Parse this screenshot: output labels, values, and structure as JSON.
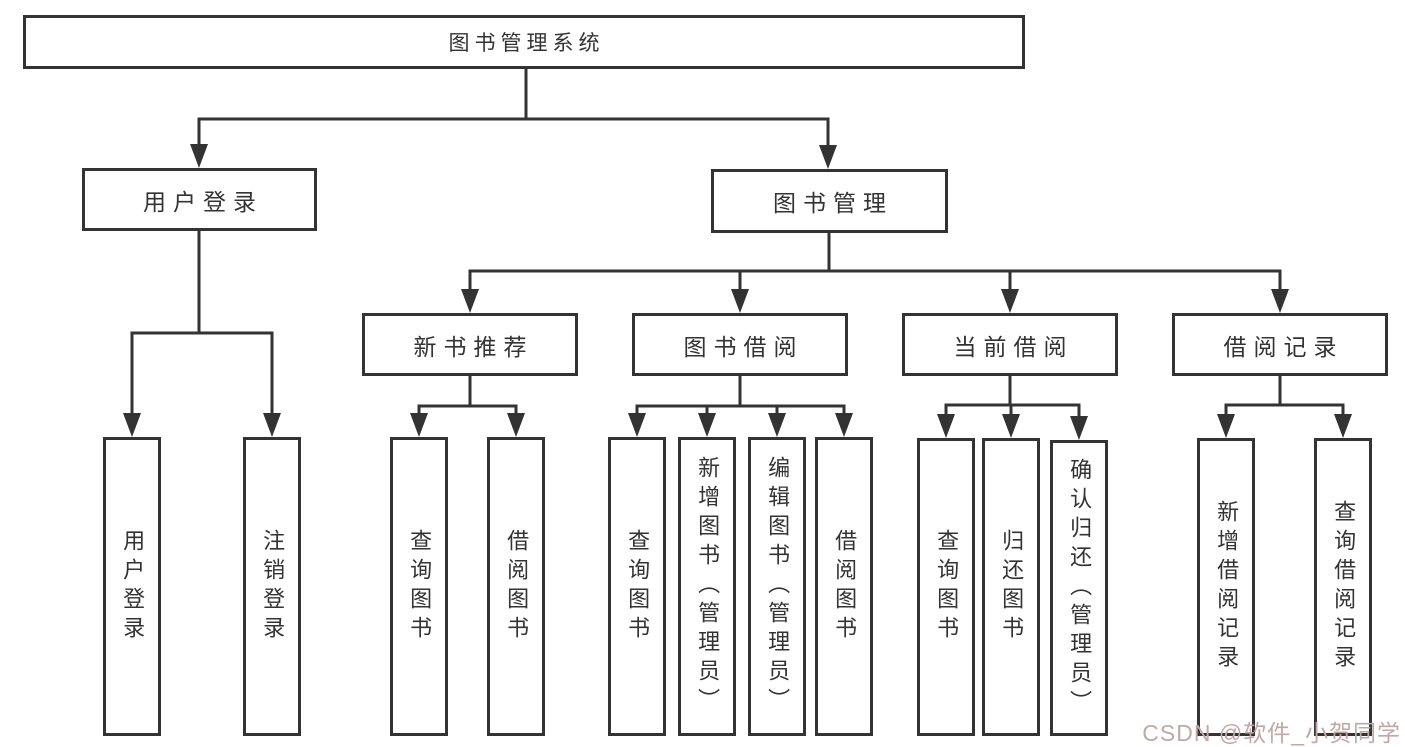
{
  "tree": {
    "root": {
      "label": "图书管理系统"
    },
    "branches": [
      {
        "label": "用户登录",
        "children": [
          {
            "label": "用户登录"
          },
          {
            "label": "注销登录"
          }
        ]
      },
      {
        "label": "图书管理",
        "children": [
          {
            "label": "新书推荐",
            "children": [
              {
                "label": "查询图书"
              },
              {
                "label": "借阅图书"
              }
            ]
          },
          {
            "label": "图书借阅",
            "children": [
              {
                "label": "查询图书"
              },
              {
                "label": "新增图书（管理员）"
              },
              {
                "label": "编辑图书（管理员）"
              },
              {
                "label": "借阅图书"
              }
            ]
          },
          {
            "label": "当前借阅",
            "children": [
              {
                "label": "查询图书"
              },
              {
                "label": "归还图书"
              },
              {
                "label": "确认归还（管理员）"
              }
            ]
          },
          {
            "label": "借阅记录",
            "children": [
              {
                "label": "新增借阅记录"
              },
              {
                "label": "查询借阅记录"
              }
            ]
          }
        ]
      }
    ]
  },
  "watermark": {
    "text": "CSDN @软件_小贺同学"
  },
  "colors": {
    "line": "#333333",
    "box_border": "#333333",
    "text": "#333333",
    "background": "#ffffff",
    "watermark": "#c2a7a7"
  }
}
